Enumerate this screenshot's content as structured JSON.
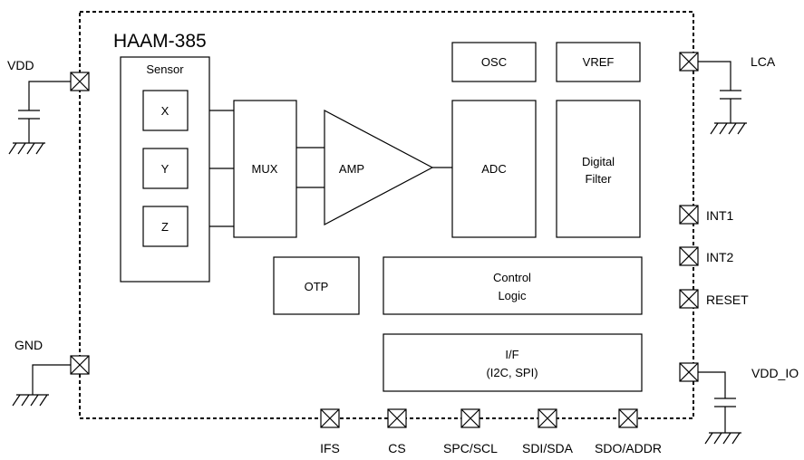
{
  "chip": {
    "name": "HAAM-385"
  },
  "blocks": {
    "sensor": "Sensor",
    "x": "X",
    "y": "Y",
    "z": "Z",
    "mux": "MUX",
    "amp": "AMP",
    "adc": "ADC",
    "osc": "OSC",
    "vref": "VREF",
    "digital_filter": [
      "Digital",
      "Filter"
    ],
    "otp": "OTP",
    "control_logic": [
      "Control",
      "Logic"
    ],
    "interface": [
      "I/F",
      "(I2C, SPI)"
    ]
  },
  "pins": {
    "vdd": "VDD",
    "gnd": "GND",
    "lca": "LCA",
    "int1": "INT1",
    "int2": "INT2",
    "reset": "RESET",
    "vdd_io": "VDD_IO",
    "ifs": "IFS",
    "cs": "CS",
    "spc_scl": "SPC/SCL",
    "sdi_sda": "SDI/SDA",
    "sdo_addr": "SDO/ADDR"
  }
}
